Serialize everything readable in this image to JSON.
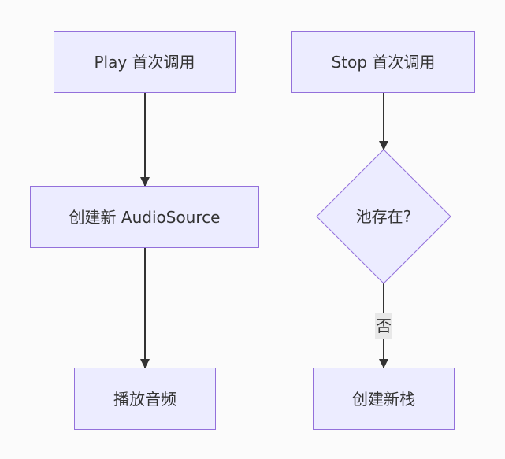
{
  "diagram": {
    "nodes": {
      "play_first_call": "Play 首次调用",
      "create_audiosource": "创建新 AudioSource",
      "play_audio": "播放音频",
      "stop_first_call": "Stop 首次调用",
      "pool_exists": "池存在?",
      "create_stack": "创建新栈"
    },
    "edge_labels": {
      "no": "否"
    }
  },
  "colors": {
    "background": "#fbfbfb",
    "node_fill": "#ececff",
    "node_border": "#9370db",
    "edge": "#333333",
    "text": "#333333",
    "edge_label_bg": "#e8e8e8"
  }
}
